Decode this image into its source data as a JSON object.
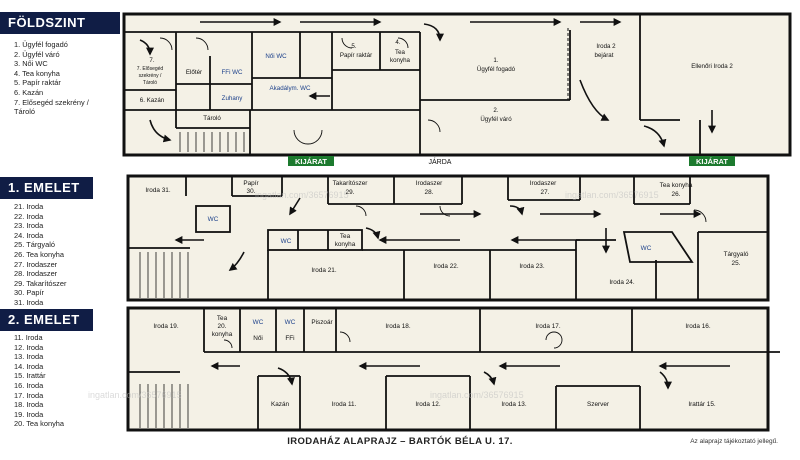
{
  "floors": {
    "ground": {
      "title": "FÖLDSZINT",
      "legend": [
        "1. Ügyfél fogadó",
        "2. Ügyfél váró",
        "3. Női WC",
        "4. Tea konyha",
        "5. Papír raktár",
        "6. Kazán",
        "7. Elősegéd szekrény /",
        "    Tároló"
      ],
      "rooms": {
        "r7": [
          "7.",
          "7. Elősegéd",
          "szekrény /",
          "Tároló"
        ],
        "eloter": "Előtér",
        "ffi_wc": "FFi WC",
        "noi_wc": "Női WC",
        "papirraktar": [
          "5.",
          "Papír raktár"
        ],
        "teakonyha": [
          "4.",
          "Tea",
          "konyha"
        ],
        "kazan": "6. Kazán",
        "zuhany": "Zuhany",
        "akadalym": "Akadálym. WC",
        "tarolo": "Tároló",
        "ugyfel_fogado": [
          "1.",
          "Ügyfél fogadó"
        ],
        "ugyfel_varo": [
          "2.",
          "Ügyfél váró"
        ],
        "iroda2": [
          "Iroda 2",
          "bejárat"
        ],
        "ellenori": "Ellenőri Iroda 2"
      },
      "exit_label": "KIJÁRAT",
      "street": "JÁRDA"
    },
    "first": {
      "title": "1. EMELET",
      "legend": [
        "21. Iroda",
        "22. Iroda",
        "23. Iroda",
        "24. Iroda",
        "25. Tárgyaló",
        "26. Tea konyha",
        "27. Irodaszer",
        "28. Irodaszer",
        "29. Takarítószer",
        "30. Papír",
        "31. Iroda"
      ],
      "rooms": {
        "iroda31": "Iroda 31.",
        "papir30": [
          "Papír",
          "30."
        ],
        "takarito29": [
          "Takarítószer",
          "29."
        ],
        "irodaszer28": [
          "Irodaszer",
          "28."
        ],
        "irodaszer27": [
          "Irodaszer",
          "27."
        ],
        "teakonyha26": [
          "Tea konyha",
          "26."
        ],
        "wc_a": "WC",
        "wc_b": "WC",
        "tea_konyha": [
          "Tea",
          "konyha"
        ],
        "wc_c": "WC",
        "iroda21": "Iroda 21.",
        "iroda22": "Iroda 22.",
        "iroda23": "Iroda 23.",
        "iroda24": "Iroda 24.",
        "targyalo25": [
          "Tárgyaló",
          "25."
        ]
      }
    },
    "second": {
      "title": "2. EMELET",
      "legend": [
        "11. Iroda",
        "12. Iroda",
        "13. Iroda",
        "14. Iroda",
        "15. Irattár",
        "16. Iroda",
        "17. Iroda",
        "18. Iroda",
        "19. Iroda",
        "20. Tea konyha"
      ],
      "rooms": {
        "iroda19": "Iroda 19.",
        "tea20": [
          "Tea",
          "20.",
          "konyha"
        ],
        "wc_noi": [
          "WC",
          "Női"
        ],
        "wc_ffi": [
          "WC",
          "FFi"
        ],
        "piszoar": "Piszoár",
        "iroda18": "Iroda 18.",
        "iroda17": "Iroda 17.",
        "iroda16": "Iroda 16.",
        "kazan": "Kazán",
        "iroda11": "Iroda 11.",
        "iroda12": "Iroda 12.",
        "iroda13": "Iroda 13.",
        "szerver": "Szerver",
        "irattar15": "Irattár 15."
      }
    }
  },
  "footer": {
    "title": "IRODAHÁZ ALAPRAJZ – BARTÓK BÉLA U. 17.",
    "note": "Az alaprajz tájékoztató jellegű."
  },
  "watermark": "ingatlan.com/36576915",
  "colors": {
    "legend_bg": "#101d45",
    "plan_bg": "#f4f1e6",
    "wall": "#111111",
    "exit_green": "#1c7a2e"
  }
}
